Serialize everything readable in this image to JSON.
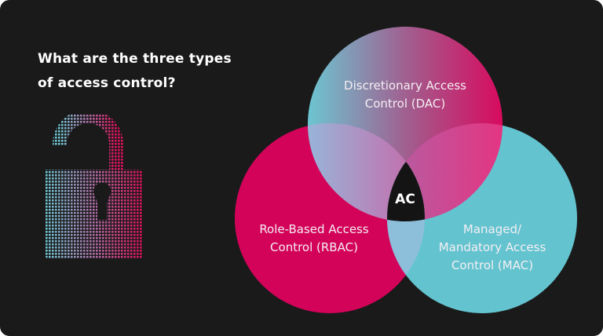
{
  "title": {
    "line1": "What are the three types",
    "line2": "of access control?"
  },
  "icon": {
    "name": "unlocked-padlock-icon",
    "style": "dot-matrix gradient"
  },
  "colors": {
    "background": "#1a1a1a",
    "pink": "#d4035a",
    "cyan": "#63c4d0",
    "gradient_left": "#6fc3d0",
    "gradient_right": "#d80a5e",
    "rbac_mac_overlap": "#8dbfda"
  },
  "venn": {
    "center_label": "AC",
    "circles": [
      {
        "id": "dac",
        "line1": "Discretionary Access",
        "line2": "Control (DAC)"
      },
      {
        "id": "rbac",
        "line1": "Role-Based Access",
        "line2": "Control (RBAC)"
      },
      {
        "id": "mac",
        "line1": "Managed/",
        "line2": "Mandatory Access",
        "line3": "Control (MAC)"
      }
    ]
  }
}
